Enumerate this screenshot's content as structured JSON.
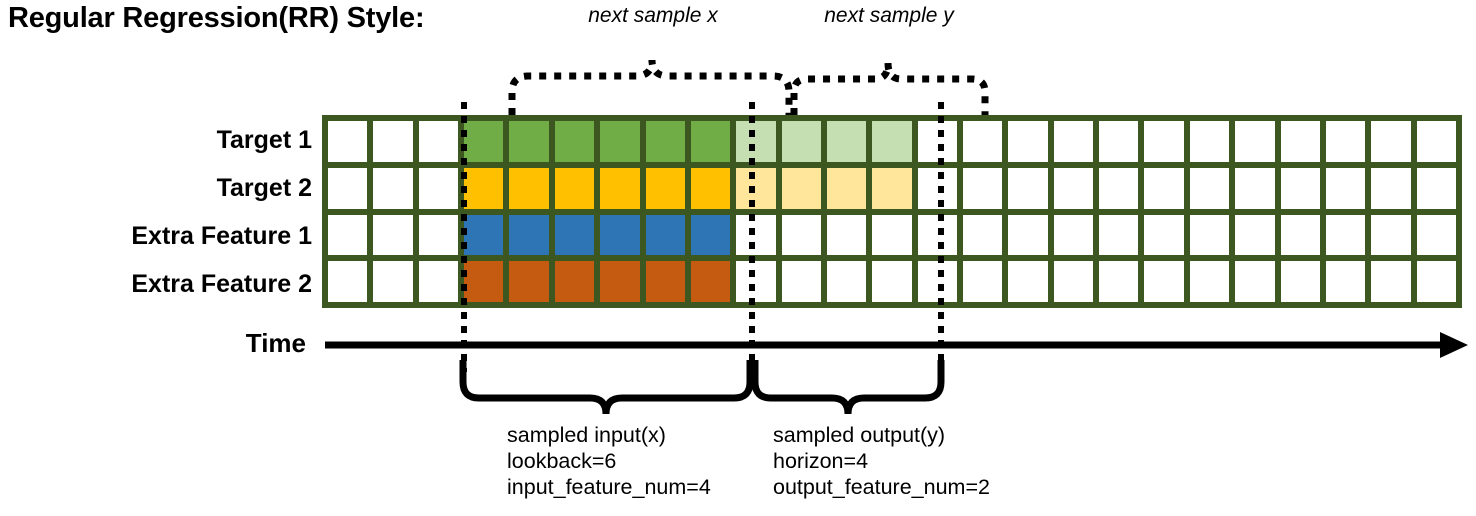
{
  "title": "Regular Regression(RR) Style:",
  "axis": {
    "time_label": "Time"
  },
  "rows": [
    {
      "label": "Target 1",
      "color": "#70ad47",
      "faded_color": "#c6dfb2",
      "has_horizon": true
    },
    {
      "label": "Target 2",
      "color": "#ffc000",
      "faded_color": "#ffe69a",
      "has_horizon": true
    },
    {
      "label": "Extra Feature 1",
      "color": "#2e75b6",
      "faded_color": "#ffffff",
      "has_horizon": false
    },
    {
      "label": "Extra Feature 2",
      "color": "#c55a11",
      "faded_color": "#ffffff",
      "has_horizon": false
    }
  ],
  "grid": {
    "columns": 25,
    "rows": 4,
    "blank_prefix_cols": 3,
    "input_cols": 6,
    "output_cols": 4,
    "border_color": "#3d5720",
    "empty_color": "#ffffff"
  },
  "annotations": {
    "top_left_brace_label": "next sample x",
    "top_right_brace_label": "next sample y",
    "bottom_left_caption": "sampled input(x)\nlookback=6\ninput_feature_num=4",
    "bottom_right_caption": "sampled output(y)\nhorizon=4\noutput_feature_num=2"
  },
  "parameters": {
    "lookback": 6,
    "horizon": 4,
    "input_feature_num": 4,
    "output_feature_num": 2
  }
}
